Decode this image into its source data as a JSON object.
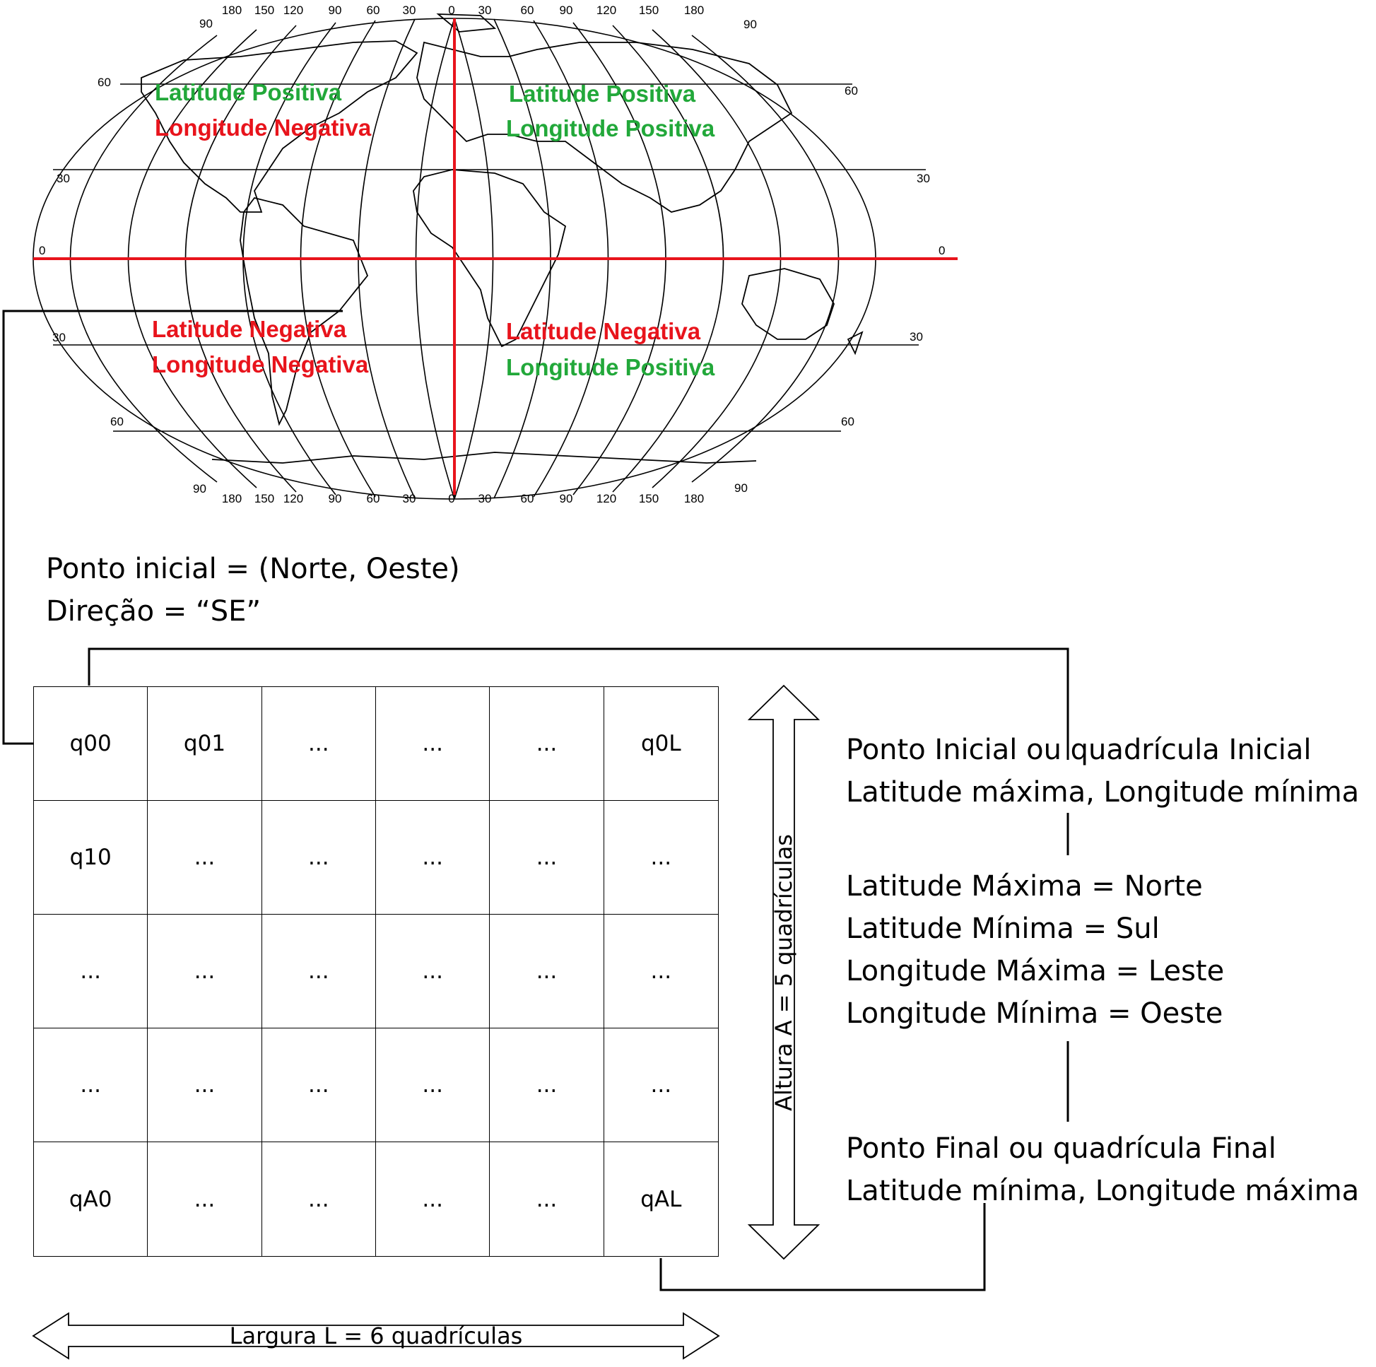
{
  "map": {
    "top_ticks": [
      "180",
      "150",
      "120",
      "90",
      "60",
      "30",
      "0",
      "30",
      "60",
      "90",
      "120",
      "150",
      "180"
    ],
    "bottom_ticks": [
      "180",
      "150",
      "120",
      "90",
      "60",
      "30",
      "0",
      "30",
      "60",
      "90",
      "120",
      "150",
      "180"
    ],
    "lat_labels": [
      "90",
      "60",
      "30",
      "0",
      "30",
      "60",
      "90"
    ],
    "quadrants": {
      "nw": {
        "lat": "Latitude Positiva",
        "lon": "Longitude Negativa",
        "lat_color": "#22a83a",
        "lon_color": "#e8141c"
      },
      "ne": {
        "lat": "Latitude Positiva",
        "lon": "Longitude Positiva",
        "lat_color": "#22a83a",
        "lon_color": "#22a83a"
      },
      "sw": {
        "lat": "Latitude Negativa",
        "lon": "Longitude Negativa",
        "lat_color": "#e8141c",
        "lon_color": "#e8141c"
      },
      "se": {
        "lat": "Latitude Negativa",
        "lon": "Longitude Positiva",
        "lat_color": "#e8141c",
        "lon_color": "#22a83a"
      }
    },
    "axis_color": "#e8141c"
  },
  "start_info": {
    "line1": "Ponto inicial = (Norte, Oeste)",
    "line2": "Direção = “SE”"
  },
  "grid": {
    "rows": [
      [
        "q00",
        "q01",
        "...",
        "...",
        "...",
        "q0L"
      ],
      [
        "q10",
        "...",
        "...",
        "...",
        "...",
        "..."
      ],
      [
        "...",
        "...",
        "...",
        "...",
        "...",
        "..."
      ],
      [
        "...",
        "...",
        "...",
        "...",
        "...",
        "..."
      ],
      [
        "qA0",
        "...",
        "...",
        "...",
        "...",
        "qAL"
      ]
    ]
  },
  "height_label": "Altura A = 5 quadrículas",
  "width_label": "Largura L = 6 quadrículas",
  "notes": {
    "initial_1": "Ponto Inicial ou quadrícula Inicial",
    "initial_2": "Latitude máxima, Longitude mínima",
    "def_1": "Latitude Máxima = Norte",
    "def_2": "Latitude Mínima = Sul",
    "def_3": "Longitude Máxima = Leste",
    "def_4": "Longitude Mínima = Oeste",
    "final_1": "Ponto Final ou quadrícula Final",
    "final_2": "Latitude mínima, Longitude máxima"
  }
}
